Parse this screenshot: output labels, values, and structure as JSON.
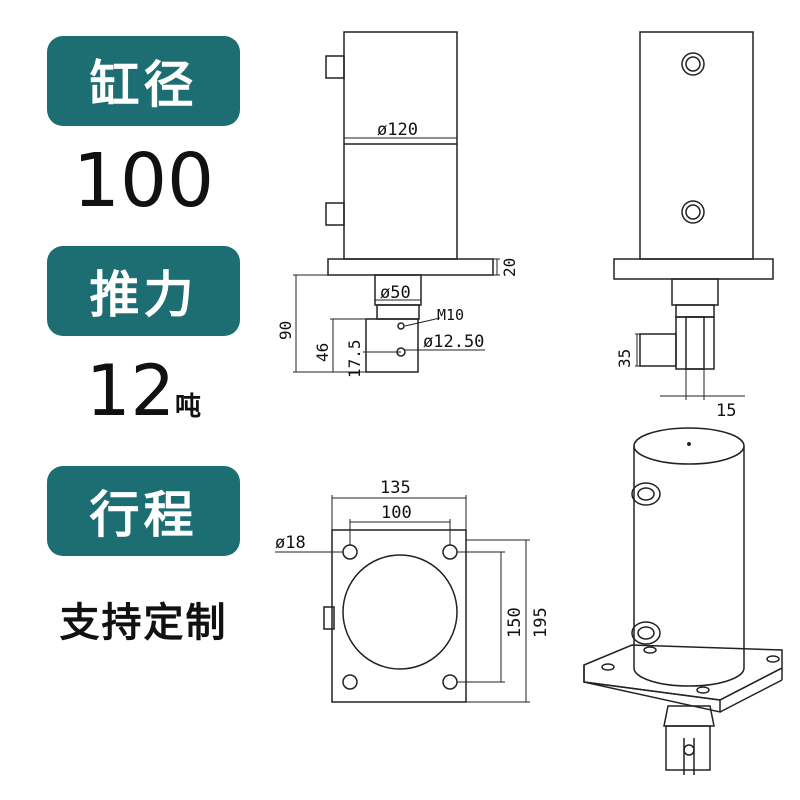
{
  "specs": {
    "bore_label": "缸径",
    "bore_value": "100",
    "thrust_label": "推力",
    "thrust_value": "12",
    "thrust_unit": "吨",
    "stroke_label": "行程",
    "stroke_value": "支持定制"
  },
  "front_view": {
    "body_diameter": "ø120",
    "flange_thickness": "20",
    "rod_diameter": "ø50",
    "thread": "M10",
    "pin_diameter": "ø12.50",
    "dim_90": "90",
    "dim_46": "46",
    "dim_17_5": "17.5"
  },
  "side_view": {
    "dim_35": "35",
    "dim_15": "15"
  },
  "top_view": {
    "flange_width": "135",
    "hole_spacing_x": "100",
    "hole_diameter": "ø18",
    "hole_spacing_y": "150",
    "flange_height": "195"
  },
  "colors": {
    "badge": "#1d6e72",
    "line": "#222222"
  }
}
